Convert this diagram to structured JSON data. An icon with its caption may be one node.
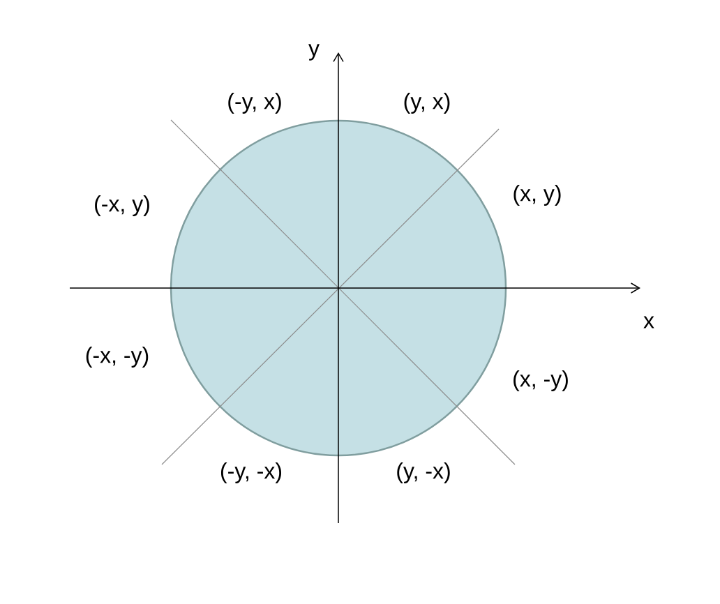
{
  "diagram": {
    "labels": [
      "y",
      "(-y, x)",
      "(y, x)",
      "(-x, y)",
      "(x, y)",
      "x",
      "(-x, -y)",
      "(x, -y)",
      "(-y, -x)",
      "(y, -x)"
    ]
  }
}
